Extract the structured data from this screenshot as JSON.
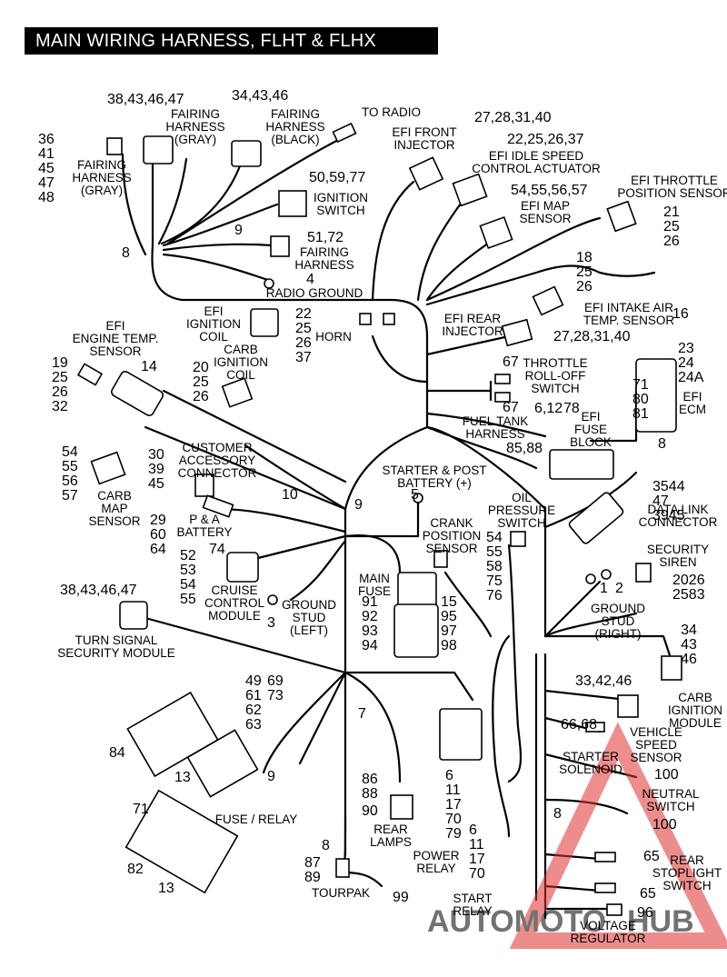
{
  "title": "MAIN WIRING HARNESS, FLHT & FLHX",
  "watermark": {
    "text_a": "AUTOMOTO",
    "text_b": "HUB",
    "color": "#e03030"
  },
  "labels": [
    {
      "lines": [
        "38,43,46,47"
      ],
      "cls": "num"
    },
    {
      "lines": [
        "FAIRING",
        "HARNESS",
        "(GRAY)"
      ],
      "cls": "lbl"
    },
    {
      "lines": [
        "34,43,46"
      ],
      "cls": "num"
    },
    {
      "lines": [
        "FAIRING",
        "HARNESS",
        "(BLACK)"
      ],
      "cls": "lbl"
    },
    {
      "lines": [
        "TO RADIO"
      ],
      "cls": "lbl"
    },
    {
      "lines": [
        "27,28,31,40"
      ],
      "cls": "num"
    },
    {
      "lines": [
        "EFI FRONT",
        "INJECTOR"
      ],
      "cls": "lbl"
    },
    {
      "lines": [
        "36",
        "41",
        "45",
        "47",
        "48"
      ],
      "cls": "num"
    },
    {
      "lines": [
        "FAIRING",
        "HARNESS",
        "(GRAY)"
      ],
      "cls": "lbl"
    },
    {
      "lines": [
        "22,25,26,37"
      ],
      "cls": "num"
    },
    {
      "lines": [
        "EFI IDLE SPEED",
        "CONTROL ACTUATOR"
      ],
      "cls": "lbl"
    },
    {
      "lines": [
        "50,59,77"
      ],
      "cls": "num"
    },
    {
      "lines": [
        "IGNITION",
        "SWITCH"
      ],
      "cls": "lbl"
    },
    {
      "lines": [
        "EFI THROTTLE",
        "POSITION SENSOR"
      ],
      "cls": "lbl"
    },
    {
      "lines": [
        "54,55,56,57"
      ],
      "cls": "num"
    },
    {
      "lines": [
        "EFI MAP",
        "SENSOR"
      ],
      "cls": "lbl"
    },
    {
      "lines": [
        "9"
      ],
      "cls": "num"
    },
    {
      "lines": [
        "21",
        "25",
        "26"
      ],
      "cls": "num"
    },
    {
      "lines": [
        "8"
      ],
      "cls": "num"
    },
    {
      "lines": [
        "51,72"
      ],
      "cls": "num"
    },
    {
      "lines": [
        "FAIRING",
        "HARNESS"
      ],
      "cls": "lbl"
    },
    {
      "lines": [
        "18",
        "25",
        "26"
      ],
      "cls": "num"
    },
    {
      "lines": [
        "4"
      ],
      "cls": "num"
    },
    {
      "lines": [
        "RADIO GROUND"
      ],
      "cls": "lbl"
    },
    {
      "lines": [
        "EFI INTAKE AIR",
        "TEMP. SENSOR"
      ],
      "cls": "lbl"
    },
    {
      "lines": [
        "16"
      ],
      "cls": "num"
    },
    {
      "lines": [
        "EFI",
        "IGNITION",
        "COIL"
      ],
      "cls": "lbl"
    },
    {
      "lines": [
        "22",
        "25",
        "26",
        "37"
      ],
      "cls": "num"
    },
    {
      "lines": [
        "EFI",
        "ENGINE TEMP.",
        "SENSOR"
      ],
      "cls": "lbl"
    },
    {
      "lines": [
        "HORN"
      ],
      "cls": "lbl"
    },
    {
      "lines": [
        "EFI REAR",
        "INJECTOR"
      ],
      "cls": "lbl"
    },
    {
      "lines": [
        "27,28,31,40"
      ],
      "cls": "num"
    },
    {
      "lines": [
        "23",
        "24",
        "24A"
      ],
      "cls": "num"
    },
    {
      "lines": [
        "CARB",
        "IGNITION",
        "COIL"
      ],
      "cls": "lbl"
    },
    {
      "lines": [
        "19",
        "25",
        "26",
        "32"
      ],
      "cls": "num"
    },
    {
      "lines": [
        "14"
      ],
      "cls": "num"
    },
    {
      "lines": [
        "20",
        "25",
        "26"
      ],
      "cls": "num"
    },
    {
      "lines": [
        "67"
      ],
      "cls": "num"
    },
    {
      "lines": [
        "THROTTLE",
        "ROLL-OFF",
        "SWITCH"
      ],
      "cls": "lbl"
    },
    {
      "lines": [
        "67"
      ],
      "cls": "num"
    },
    {
      "lines": [
        "71",
        "80",
        "81"
      ],
      "cls": "num"
    },
    {
      "lines": [
        "EFI",
        "ECM"
      ],
      "cls": "lbl"
    },
    {
      "lines": [
        "6,12"
      ],
      "cls": "num"
    },
    {
      "lines": [
        "78"
      ],
      "cls": "num"
    },
    {
      "lines": [
        "EFI",
        "FUSE",
        "BLOCK"
      ],
      "cls": "lbl"
    },
    {
      "lines": [
        "FUEL TANK",
        "HARNESS"
      ],
      "cls": "lbl"
    },
    {
      "lines": [
        "85,88"
      ],
      "cls": "num"
    },
    {
      "lines": [
        "8"
      ],
      "cls": "num"
    },
    {
      "lines": [
        "54",
        "55",
        "56",
        "57"
      ],
      "cls": "num"
    },
    {
      "lines": [
        "CUSTOMER",
        "ACCESSORY",
        "CONNECTOR"
      ],
      "cls": "lbl"
    },
    {
      "lines": [
        "30",
        "39",
        "45"
      ],
      "cls": "num"
    },
    {
      "lines": [
        "CARB",
        "MAP",
        "SENSOR"
      ],
      "cls": "lbl"
    },
    {
      "lines": [
        "STARTER & POST",
        "BATTERY (+)"
      ],
      "cls": "lbl"
    },
    {
      "lines": [
        "5"
      ],
      "cls": "num"
    },
    {
      "lines": [
        "3544",
        "47",
        "3945"
      ],
      "cls": "num"
    },
    {
      "lines": [
        "DATA LINK",
        "CONNECTOR"
      ],
      "cls": "lbl"
    },
    {
      "lines": [
        "10"
      ],
      "cls": "num"
    },
    {
      "lines": [
        "9"
      ],
      "cls": "num"
    },
    {
      "lines": [
        "29",
        "60",
        "64"
      ],
      "cls": "num"
    },
    {
      "lines": [
        "P & A",
        "BATTERY"
      ],
      "cls": "lbl"
    },
    {
      "lines": [
        "OIL",
        "PRESSURE",
        "SWITCH"
      ],
      "cls": "lbl"
    },
    {
      "lines": [
        "CRANK",
        "POSITION",
        "SENSOR"
      ],
      "cls": "lbl"
    },
    {
      "lines": [
        "54",
        "55",
        "58",
        "75",
        "76"
      ],
      "cls": "num"
    },
    {
      "lines": [
        "SECURITY",
        "SIREN"
      ],
      "cls": "lbl"
    },
    {
      "lines": [
        "2026",
        "2583"
      ],
      "cls": "num"
    },
    {
      "lines": [
        "74"
      ],
      "cls": "num"
    },
    {
      "lines": [
        "52",
        "53",
        "54",
        "55"
      ],
      "cls": "num"
    },
    {
      "lines": [
        "CRUISE",
        "CONTROL",
        "MODULE"
      ],
      "cls": "lbl"
    },
    {
      "lines": [
        "MAIN",
        "FUSE"
      ],
      "cls": "lbl"
    },
    {
      "lines": [
        "1"
      ],
      "cls": "num"
    },
    {
      "lines": [
        "2"
      ],
      "cls": "num"
    },
    {
      "lines": [
        "3"
      ],
      "cls": "num"
    },
    {
      "lines": [
        "GROUND",
        "STUD",
        "(LEFT)"
      ],
      "cls": "lbl"
    },
    {
      "lines": [
        "GROUND",
        "STUD",
        "(RIGHT)"
      ],
      "cls": "lbl"
    },
    {
      "lines": [
        "91",
        "92",
        "93",
        "94"
      ],
      "cls": "num"
    },
    {
      "lines": [
        "15",
        "95",
        "97",
        "98"
      ],
      "cls": "num"
    },
    {
      "lines": [
        "38,43,46,47"
      ],
      "cls": "num"
    },
    {
      "lines": [
        "TURN SIGNAL",
        "SECURITY MODULE"
      ],
      "cls": "lbl"
    },
    {
      "lines": [
        "34",
        "43",
        "46"
      ],
      "cls": "num"
    },
    {
      "lines": [
        "49",
        "61",
        "62",
        "63"
      ],
      "cls": "num"
    },
    {
      "lines": [
        "69",
        "73"
      ],
      "cls": "num"
    },
    {
      "lines": [
        "33,42,46"
      ],
      "cls": "num"
    },
    {
      "lines": [
        "CARB",
        "IGNITION",
        "MODULE"
      ],
      "cls": "lbl"
    },
    {
      "lines": [
        "7"
      ],
      "cls": "num"
    },
    {
      "lines": [
        "84"
      ],
      "cls": "num"
    },
    {
      "lines": [
        "VEHICLE",
        "SPEED",
        "SENSOR"
      ],
      "cls": "lbl"
    },
    {
      "lines": [
        "66,68"
      ],
      "cls": "num"
    },
    {
      "lines": [
        "13"
      ],
      "cls": "num"
    },
    {
      "lines": [
        "9"
      ],
      "cls": "num"
    },
    {
      "lines": [
        "STARTER",
        "SOLENOID"
      ],
      "cls": "lbl"
    },
    {
      "lines": [
        "100"
      ],
      "cls": "num"
    },
    {
      "lines": [
        "6",
        "11",
        "17",
        "70",
        "79"
      ],
      "cls": "num"
    },
    {
      "lines": [
        "86",
        "88"
      ],
      "cls": "num"
    },
    {
      "lines": [
        "90"
      ],
      "cls": "num"
    },
    {
      "lines": [
        "REAR",
        "LAMPS"
      ],
      "cls": "lbl"
    },
    {
      "lines": [
        "NEUTRAL",
        "SWITCH"
      ],
      "cls": "lbl"
    },
    {
      "lines": [
        "8"
      ],
      "cls": "num"
    },
    {
      "lines": [
        "100"
      ],
      "cls": "num"
    },
    {
      "lines": [
        "FUSE / RELAY"
      ],
      "cls": "lbl"
    },
    {
      "lines": [
        "71"
      ],
      "cls": "num"
    },
    {
      "lines": [
        "6",
        "11",
        "17",
        "70"
      ],
      "cls": "num"
    },
    {
      "lines": [
        "POWER",
        "RELAY"
      ],
      "cls": "lbl"
    },
    {
      "lines": [
        "65"
      ],
      "cls": "num"
    },
    {
      "lines": [
        "REAR",
        "STOPLIGHT",
        "SWITCH"
      ],
      "cls": "lbl"
    },
    {
      "lines": [
        "8"
      ],
      "cls": "num"
    },
    {
      "lines": [
        "82"
      ],
      "cls": "num"
    },
    {
      "lines": [
        "13"
      ],
      "cls": "num"
    },
    {
      "lines": [
        "87",
        "89"
      ],
      "cls": "num"
    },
    {
      "lines": [
        "65"
      ],
      "cls": "num"
    },
    {
      "lines": [
        "TOURPAK"
      ],
      "cls": "lbl"
    },
    {
      "lines": [
        "99"
      ],
      "cls": "num"
    },
    {
      "lines": [
        "START",
        "RELAY"
      ],
      "cls": "lbl"
    },
    {
      "lines": [
        "96"
      ],
      "cls": "num"
    },
    {
      "lines": [
        "VOLTAGE",
        "REGULATOR"
      ],
      "cls": "lbl"
    }
  ]
}
